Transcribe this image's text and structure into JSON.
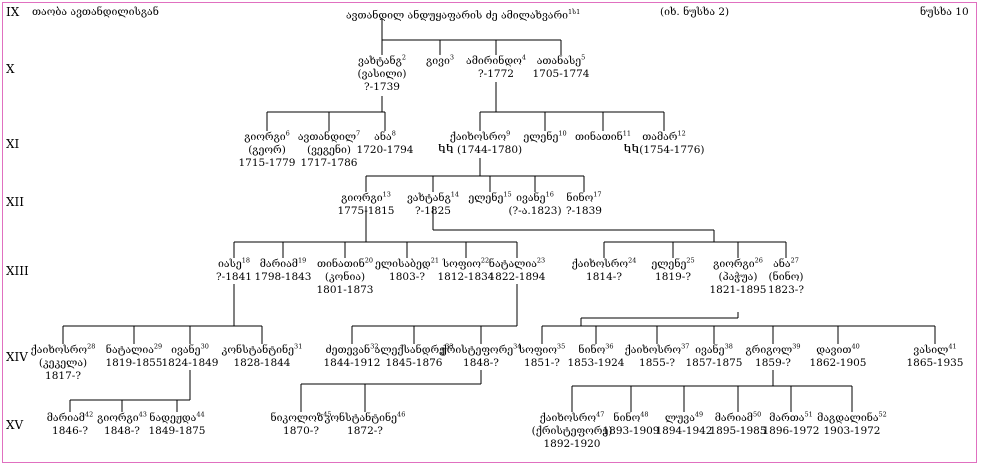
{
  "header": {
    "gen": "IX",
    "left": "თაობა ავთანდილისგან",
    "center": "ავთანდილ ანდუყაფარის ძე ამილახვარი",
    "center_sup": "1ს1",
    "note": "(იხ. ნუსხა 2)",
    "right": "ნუსხა 10"
  },
  "generations": [
    "X",
    "XI",
    "XII",
    "XIII",
    "XIV",
    "XV"
  ],
  "persons": [
    {
      "id": "p2",
      "name": "ვახტანგ",
      "sup": "2",
      "lines": [
        "(ვასილი)",
        "?-1739"
      ]
    },
    {
      "id": "p3",
      "name": "გივი",
      "sup": "3",
      "lines": []
    },
    {
      "id": "p4",
      "name": "ამირინდო",
      "sup": "4",
      "lines": [
        "?-1772"
      ]
    },
    {
      "id": "p5",
      "name": "ათანასე",
      "sup": "5",
      "lines": [
        "1705-1774"
      ]
    },
    {
      "id": "p6",
      "name": "გიორგი",
      "sup": "6",
      "lines": [
        "(გეორ)",
        "1715-1779"
      ]
    },
    {
      "id": "p7",
      "name": "ავთანდილ",
      "sup": "7",
      "lines": [
        "(ვეგენი)",
        "1717-1786"
      ]
    },
    {
      "id": "p8",
      "name": "ანა",
      "sup": "8",
      "lines": [
        "1720-1794"
      ]
    },
    {
      "id": "p9",
      "name": "ქაიხოსრო",
      "sup": "9",
      "lines": [
        "ႩႩ (1744-1780)"
      ]
    },
    {
      "id": "p10",
      "name": "ელენე",
      "sup": "10",
      "lines": []
    },
    {
      "id": "p11",
      "name": "თინათინ",
      "sup": "11",
      "lines": []
    },
    {
      "id": "p12",
      "name": "თამარ",
      "sup": "12",
      "lines": [
        "ႩႩ(1754-1776)"
      ]
    },
    {
      "id": "p13",
      "name": "გიორგი",
      "sup": "13",
      "lines": [
        "1775-1815"
      ]
    },
    {
      "id": "p14",
      "name": "ვახტანგ",
      "sup": "14",
      "lines": [
        "?-1825"
      ]
    },
    {
      "id": "p15",
      "name": "ელენე",
      "sup": "15",
      "lines": []
    },
    {
      "id": "p16",
      "name": "ივანე",
      "sup": "16",
      "lines": [
        "(?-ა.1823)"
      ]
    },
    {
      "id": "p17",
      "name": "ნინო",
      "sup": "17",
      "lines": [
        "?-1839"
      ]
    },
    {
      "id": "p18",
      "name": "იასე",
      "sup": "18",
      "lines": [
        "?-1841"
      ]
    },
    {
      "id": "p19",
      "name": "მარიამ",
      "sup": "19",
      "lines": [
        "1798-1843"
      ]
    },
    {
      "id": "p20",
      "name": "თინათინ",
      "sup": "20",
      "lines": [
        "(კონია)",
        "1801-1873"
      ]
    },
    {
      "id": "p21",
      "name": "ელისაბედ",
      "sup": "21",
      "lines": [
        "1803-?"
      ]
    },
    {
      "id": "p22",
      "name": "სოფიო",
      "sup": "22",
      "lines": [
        "1812-1834"
      ]
    },
    {
      "id": "p23",
      "name": "ნატალია",
      "sup": "23",
      "lines": [
        "1822-1894"
      ]
    },
    {
      "id": "p24",
      "name": "ქაიხოსრო",
      "sup": "24",
      "lines": [
        "1814-?"
      ]
    },
    {
      "id": "p25",
      "name": "ელენე",
      "sup": "25",
      "lines": [
        "1819-?"
      ]
    },
    {
      "id": "p26",
      "name": "გიორგი",
      "sup": "26",
      "lines": [
        "(პაჭუა)",
        "1821-1895"
      ]
    },
    {
      "id": "p27",
      "name": "ანა",
      "sup": "27",
      "lines": [
        "(ნინო)",
        "1823-?"
      ]
    },
    {
      "id": "p28",
      "name": "ქაიხოსრო",
      "sup": "28",
      "lines": [
        "(კეკელა)",
        "1817-?"
      ]
    },
    {
      "id": "p29",
      "name": "ნატალია",
      "sup": "29",
      "lines": [
        "1819-1855"
      ]
    },
    {
      "id": "p30",
      "name": "ივანე",
      "sup": "30",
      "lines": [
        "1824-1849"
      ]
    },
    {
      "id": "p31",
      "name": "კონსტანტინე",
      "sup": "31",
      "lines": [
        "1828-1844"
      ]
    },
    {
      "id": "p32",
      "name": "ძეთევან",
      "sup": "32",
      "lines": [
        "1844-1912"
      ]
    },
    {
      "id": "p33",
      "name": "ალექსანდრე",
      "sup": "33",
      "lines": [
        "1845-1876"
      ]
    },
    {
      "id": "p34",
      "name": "ქრისტეფორე",
      "sup": "34",
      "lines": [
        "1848-?"
      ]
    },
    {
      "id": "p35",
      "name": "სოფიო",
      "sup": "35",
      "lines": [
        "1851-?"
      ]
    },
    {
      "id": "p36",
      "name": "ნინო",
      "sup": "36",
      "lines": [
        "1853-1924"
      ]
    },
    {
      "id": "p37",
      "name": "ქაიხოსრო",
      "sup": "37",
      "lines": [
        "1855-?"
      ]
    },
    {
      "id": "p38",
      "name": "ივანე",
      "sup": "38",
      "lines": [
        "1857-1875"
      ]
    },
    {
      "id": "p39",
      "name": "გრიგოლ",
      "sup": "39",
      "lines": [
        "1859-?"
      ]
    },
    {
      "id": "p40",
      "name": "დავით",
      "sup": "40",
      "lines": [
        "1862-1905"
      ]
    },
    {
      "id": "p41",
      "name": "ვასილ",
      "sup": "41",
      "lines": [
        "1865-1935"
      ]
    },
    {
      "id": "p42",
      "name": "მარიამ",
      "sup": "42",
      "lines": [
        "1846-?"
      ]
    },
    {
      "id": "p43",
      "name": "გიორგი",
      "sup": "43",
      "lines": [
        "1848-?"
      ]
    },
    {
      "id": "p44",
      "name": "ნადეჟდა",
      "sup": "44",
      "lines": [
        "1849-1875"
      ]
    },
    {
      "id": "p45",
      "name": "ნიკოლოზ",
      "sup": "45",
      "lines": [
        "1870-?"
      ]
    },
    {
      "id": "p46",
      "name": "კონსტანტინე",
      "sup": "46",
      "lines": [
        "1872-?"
      ]
    },
    {
      "id": "p47",
      "name": "ქაიხოსრო",
      "sup": "47",
      "lines": [
        "(ქრისტეფორე)",
        "1892-1920"
      ]
    },
    {
      "id": "p48",
      "name": "ნინო",
      "sup": "48",
      "lines": [
        "1893-1909"
      ]
    },
    {
      "id": "p49",
      "name": "ლუვა",
      "sup": "49",
      "lines": [
        "1894-1942"
      ]
    },
    {
      "id": "p50",
      "name": "მარიამ",
      "sup": "50",
      "lines": [
        "1895-1985"
      ]
    },
    {
      "id": "p51",
      "name": "მართა",
      "sup": "51",
      "lines": [
        "1896-1972"
      ]
    },
    {
      "id": "p52",
      "name": "მაგდალინა",
      "sup": "52",
      "lines": [
        "1903-1972"
      ]
    }
  ]
}
